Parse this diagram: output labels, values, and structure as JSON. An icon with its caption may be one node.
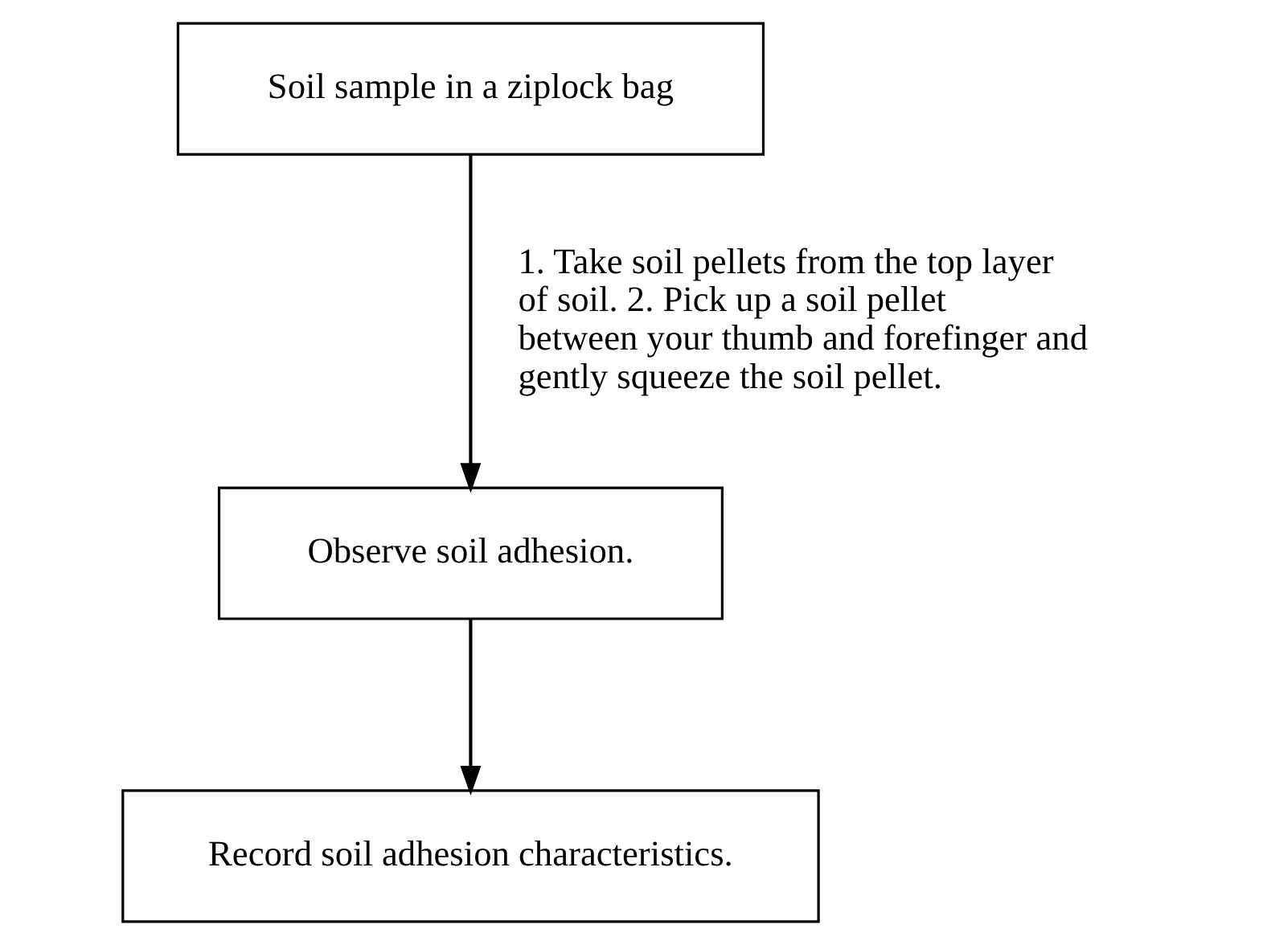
{
  "diagram": {
    "nodes": [
      {
        "text": [
          "Soil sample in a ziplock bag"
        ]
      },
      {
        "text": [
          "Observe soil adhesion."
        ]
      },
      {
        "text": [
          "Record soil adhesion characteristics."
        ]
      }
    ],
    "edges": [
      {
        "from": 0,
        "to": 1,
        "arrow": "to",
        "label": "1. Take soil pellets from the top layer of soil. 2. Pick up a soil pellet between your thumb and forefinger and gently squeeze the soil pellet."
      },
      {
        "from": 1,
        "to": 2,
        "arrow": "to"
      }
    ]
  }
}
